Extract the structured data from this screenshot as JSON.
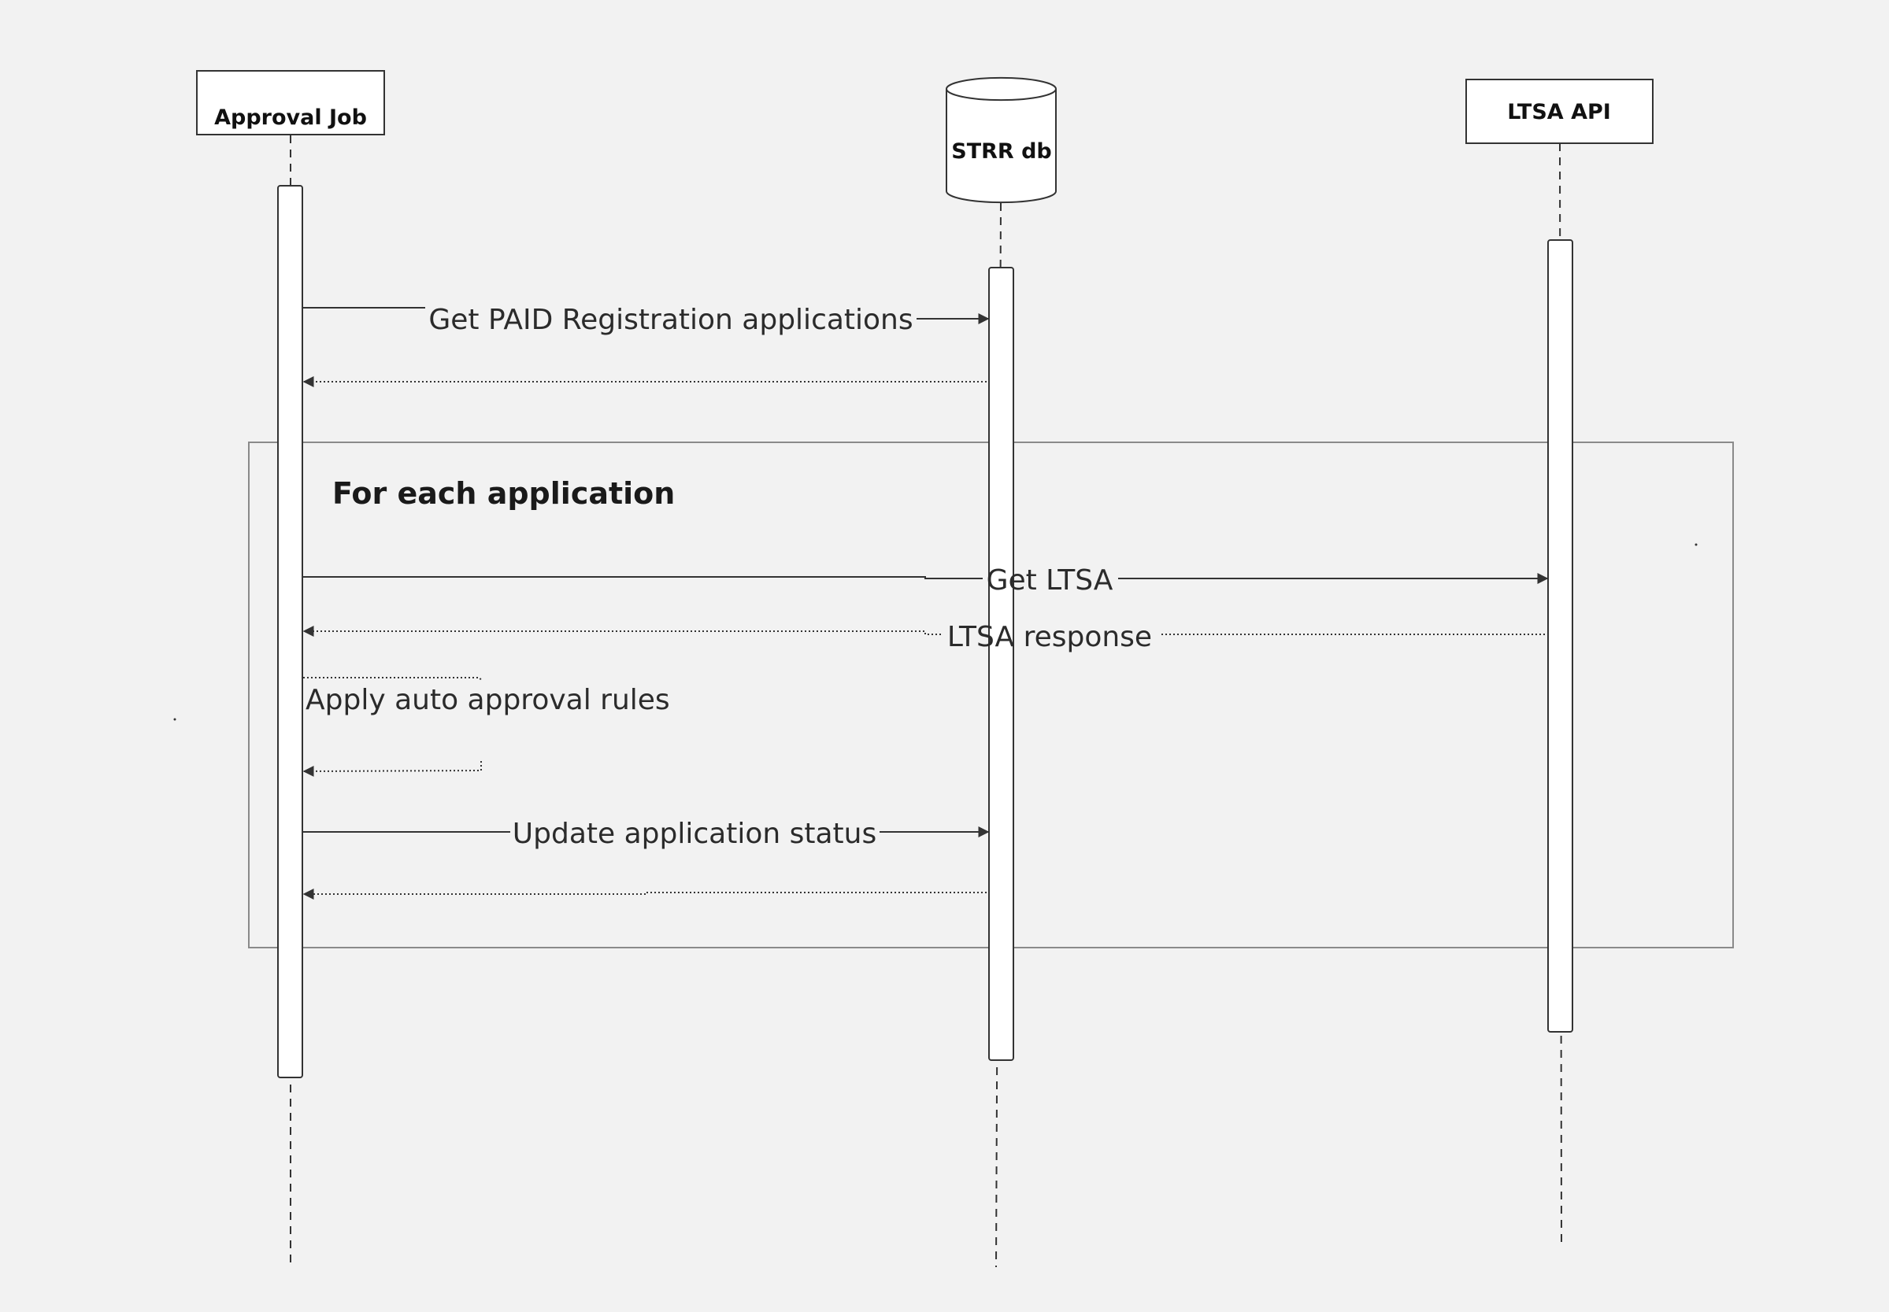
{
  "participants": {
    "approval_job": "Approval Job",
    "strr_db": "STRR db",
    "ltsa_api": "LTSA API"
  },
  "loop_frame": {
    "label": "For each application"
  },
  "messages": {
    "get_paid_registrations": "Get PAID Registration applications",
    "get_ltsa": "Get LTSA",
    "ltsa_response": "LTSA response",
    "apply_rules": "Apply auto approval rules",
    "update_status": "Update application status"
  },
  "colors": {
    "background": "#f2f2f2",
    "line": "#333333",
    "frame_border": "#8a8a8a",
    "box_fill": "#ffffff"
  }
}
